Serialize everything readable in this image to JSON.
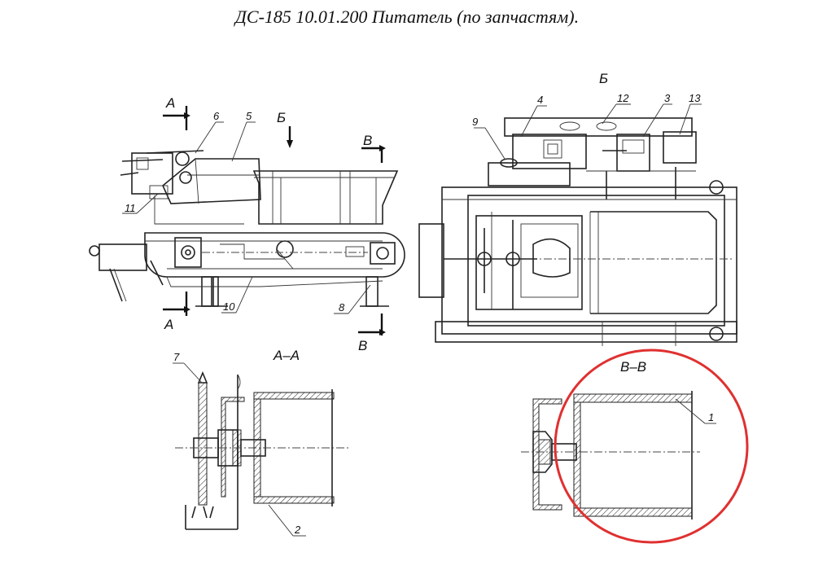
{
  "title": "ДС-185 10.01.200 Питатель (по запчастям).",
  "callouts": {
    "n1": "1",
    "n2": "2",
    "n3": "3",
    "n4": "4",
    "n5": "5",
    "n6": "6",
    "n7": "7",
    "n8": "8",
    "n9": "9",
    "n10": "10",
    "n11": "11",
    "n12": "12",
    "n13": "13"
  },
  "section_marks": {
    "a_top": "А",
    "a_bottom": "А",
    "b_arrow": "Б",
    "v_top": "В",
    "v_bottom": "В",
    "b_view": "Б"
  },
  "sections": {
    "aa": "А–А",
    "vv": "В–В"
  },
  "highlight": {
    "color": "#e03030"
  }
}
